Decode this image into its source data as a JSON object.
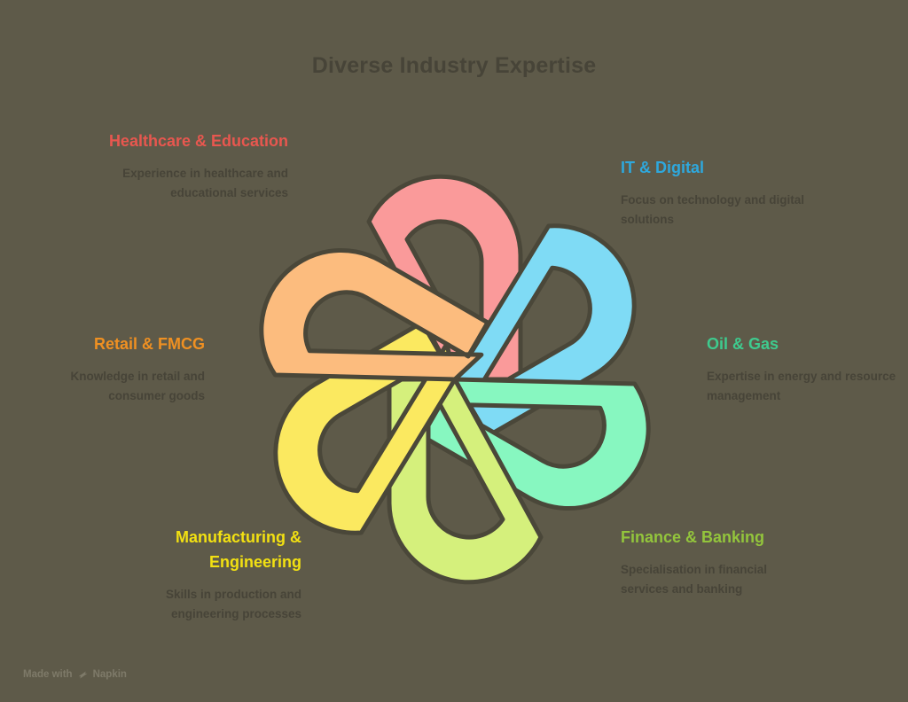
{
  "page": {
    "background_color": "#5e5a49",
    "title": "Diverse Industry Expertise",
    "title_color": "#474438",
    "body_text_color": "#474438"
  },
  "watermark": {
    "prefix": "Made with",
    "brand": "Napkin",
    "logo_icon": "napkin-logo-icon"
  },
  "segments": [
    {
      "key": "healthcare",
      "title": "Healthcare & Education",
      "description": "Experience in healthcare and educational services",
      "title_color": "#e8574f",
      "shape_color": "#fa9a9a",
      "align": "right",
      "angle_deg": 0
    },
    {
      "key": "it_digital",
      "title": "IT & Digital",
      "description": "Focus on technology and digital solutions",
      "title_color": "#2ea8dd",
      "shape_color": "#7fdbf5",
      "align": "left",
      "angle_deg": 60
    },
    {
      "key": "oil_gas",
      "title": "Oil & Gas",
      "description": "Expertise in energy and resource management",
      "title_color": "#3ecb8e",
      "shape_color": "#87f7c0",
      "align": "left",
      "angle_deg": 120
    },
    {
      "key": "finance_banking",
      "title": "Finance & Banking",
      "description": "Specialisation in financial services and banking",
      "title_color": "#93c53c",
      "shape_color": "#d5f07c",
      "align": "left",
      "angle_deg": 180
    },
    {
      "key": "manufacturing",
      "title": "Manufacturing & Engineering",
      "description": "Skills in production and engineering processes",
      "title_color": "#f2e012",
      "shape_color": "#fbe960",
      "align": "right",
      "angle_deg": 240
    },
    {
      "key": "retail_fmcg",
      "title": "Retail & FMCG",
      "description": "Knowledge in retail and consumer goods",
      "title_color": "#ef9022",
      "shape_color": "#fcbc7e",
      "align": "right",
      "angle_deg": 300
    }
  ],
  "chart_data": {
    "type": "diagram",
    "diagram_style": "interlocking-six-loop-knot",
    "title": "Diverse Industry Expertise",
    "categories": [
      "Healthcare & Education",
      "IT & Digital",
      "Oil & Gas",
      "Finance & Banking",
      "Manufacturing & Engineering",
      "Retail & FMCG"
    ],
    "count": 6,
    "center": [
      513,
      428
    ],
    "radius": 230
  }
}
